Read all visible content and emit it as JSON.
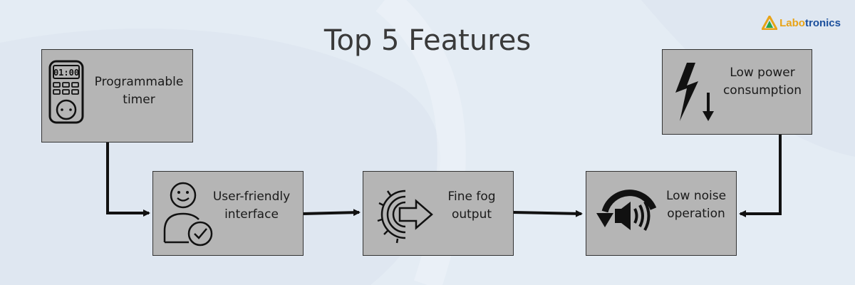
{
  "title": "Top 5 Features",
  "logo": {
    "part1": "Labo",
    "part2": "tronics"
  },
  "features": [
    {
      "line1": "Programmable",
      "line2": "timer"
    },
    {
      "line1": "User-friendly",
      "line2": "interface"
    },
    {
      "line1": "Fine fog",
      "line2": "output"
    },
    {
      "line1": "Low noise",
      "line2": "operation"
    },
    {
      "line1": "Low power",
      "line2": "consumption"
    }
  ],
  "timer_display": "01:00",
  "colors": {
    "box": "#b5b5b5",
    "border": "#333333",
    "background": "#e4ecf4",
    "logo_orange": "#e8a317",
    "logo_blue": "#1b4f9c"
  },
  "icons": [
    "timer-socket-icon",
    "smiley-user-check-icon",
    "gear-arrow-icon",
    "speaker-rotate-icon",
    "lightning-down-arrow-icon"
  ]
}
